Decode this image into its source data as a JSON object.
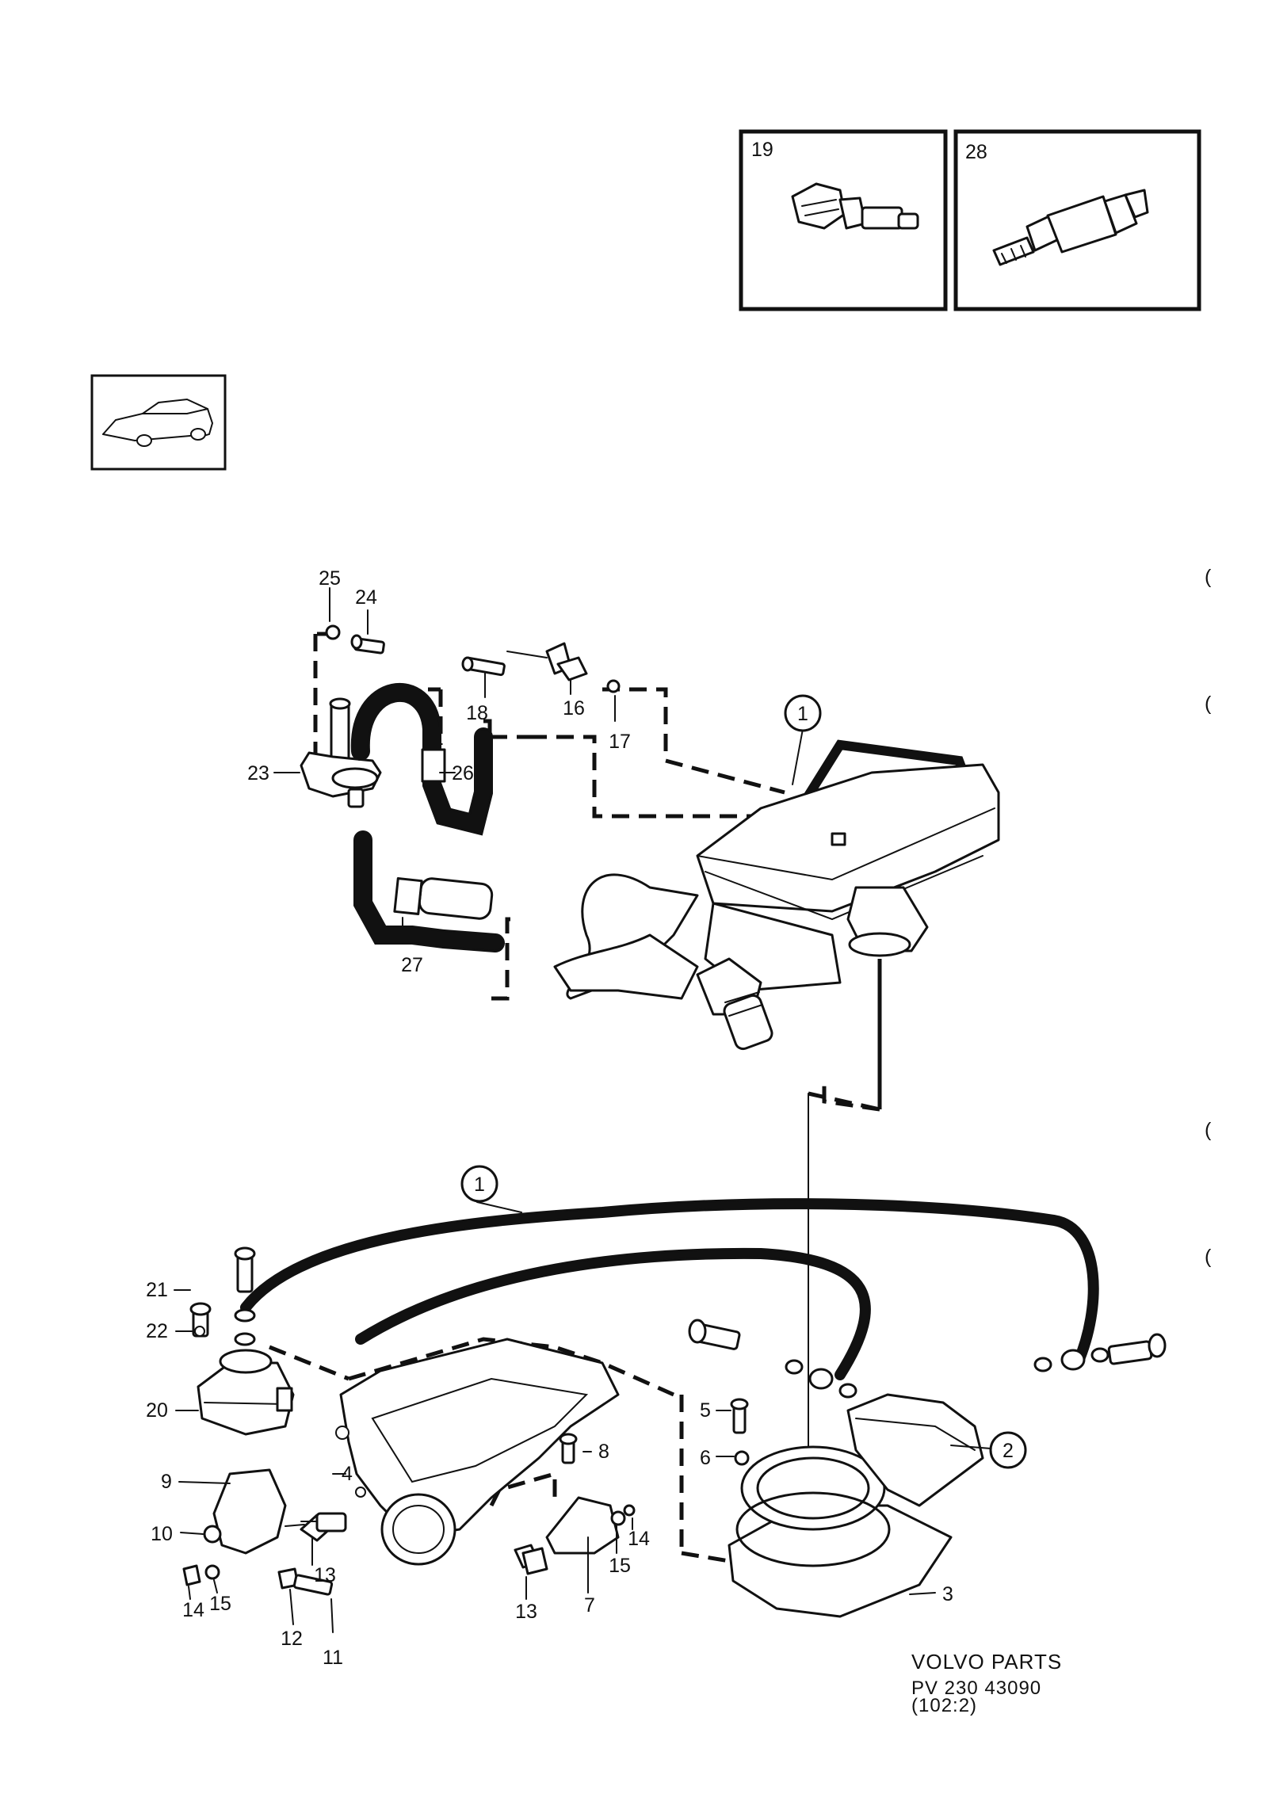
{
  "inset_boxes": [
    {
      "label": "19"
    },
    {
      "label": "28"
    }
  ],
  "callouts": [
    "25",
    "24",
    "18",
    "16",
    "17",
    "23",
    "26",
    "27",
    "1",
    "21",
    "22",
    "20",
    "9",
    "10",
    "14",
    "15",
    "12",
    "11",
    "13",
    "4",
    "8",
    "7",
    "5",
    "6",
    "2",
    "3"
  ],
  "circled_callouts": [
    "1",
    "1",
    "2"
  ],
  "footer": {
    "line1": "VOLVO PARTS",
    "line2": "PV 230 43090",
    "line3": "(102:2)"
  },
  "margin_marks": [
    "(",
    "(",
    "(",
    "("
  ]
}
